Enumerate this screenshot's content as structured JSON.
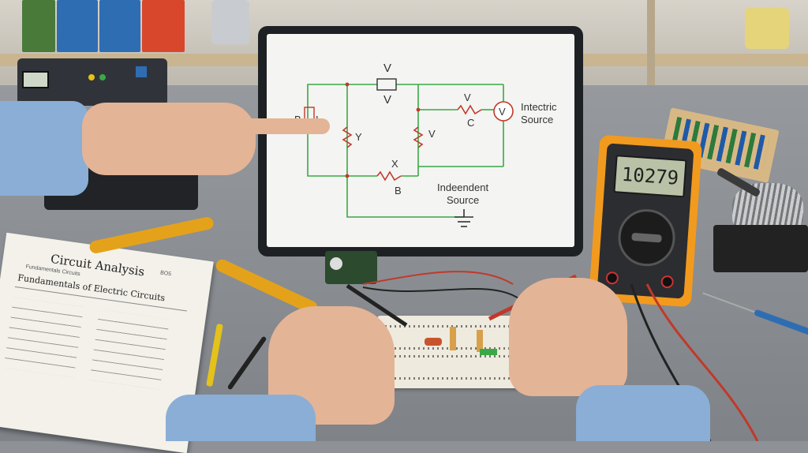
{
  "tablet": {
    "schematic_labels": {
      "top_v": "V",
      "top_v2": "V",
      "left_b": "B",
      "left_i": "I",
      "mid_y": "Y",
      "mid_v": "V",
      "right_v": "V",
      "right_c": "C",
      "voltmeter": "V",
      "bottom_x": "X",
      "bottom_b": "B",
      "src1_line1": "Intectric",
      "src1_line2": "Source",
      "src2_line1": "Indeendent",
      "src2_line2": "Source"
    }
  },
  "multimeter": {
    "display": "10279"
  },
  "book": {
    "title": "Circuit Analysis",
    "subtitle": "Fundamentals of Electric Circuits",
    "header_right": "BO5",
    "subheader": "Fundamentals Circuits"
  },
  "colors": {
    "wire": "#3aa845",
    "resistor": "#c0392b",
    "meter_case": "#f29a1e",
    "sleeve": "#8aaed6"
  }
}
